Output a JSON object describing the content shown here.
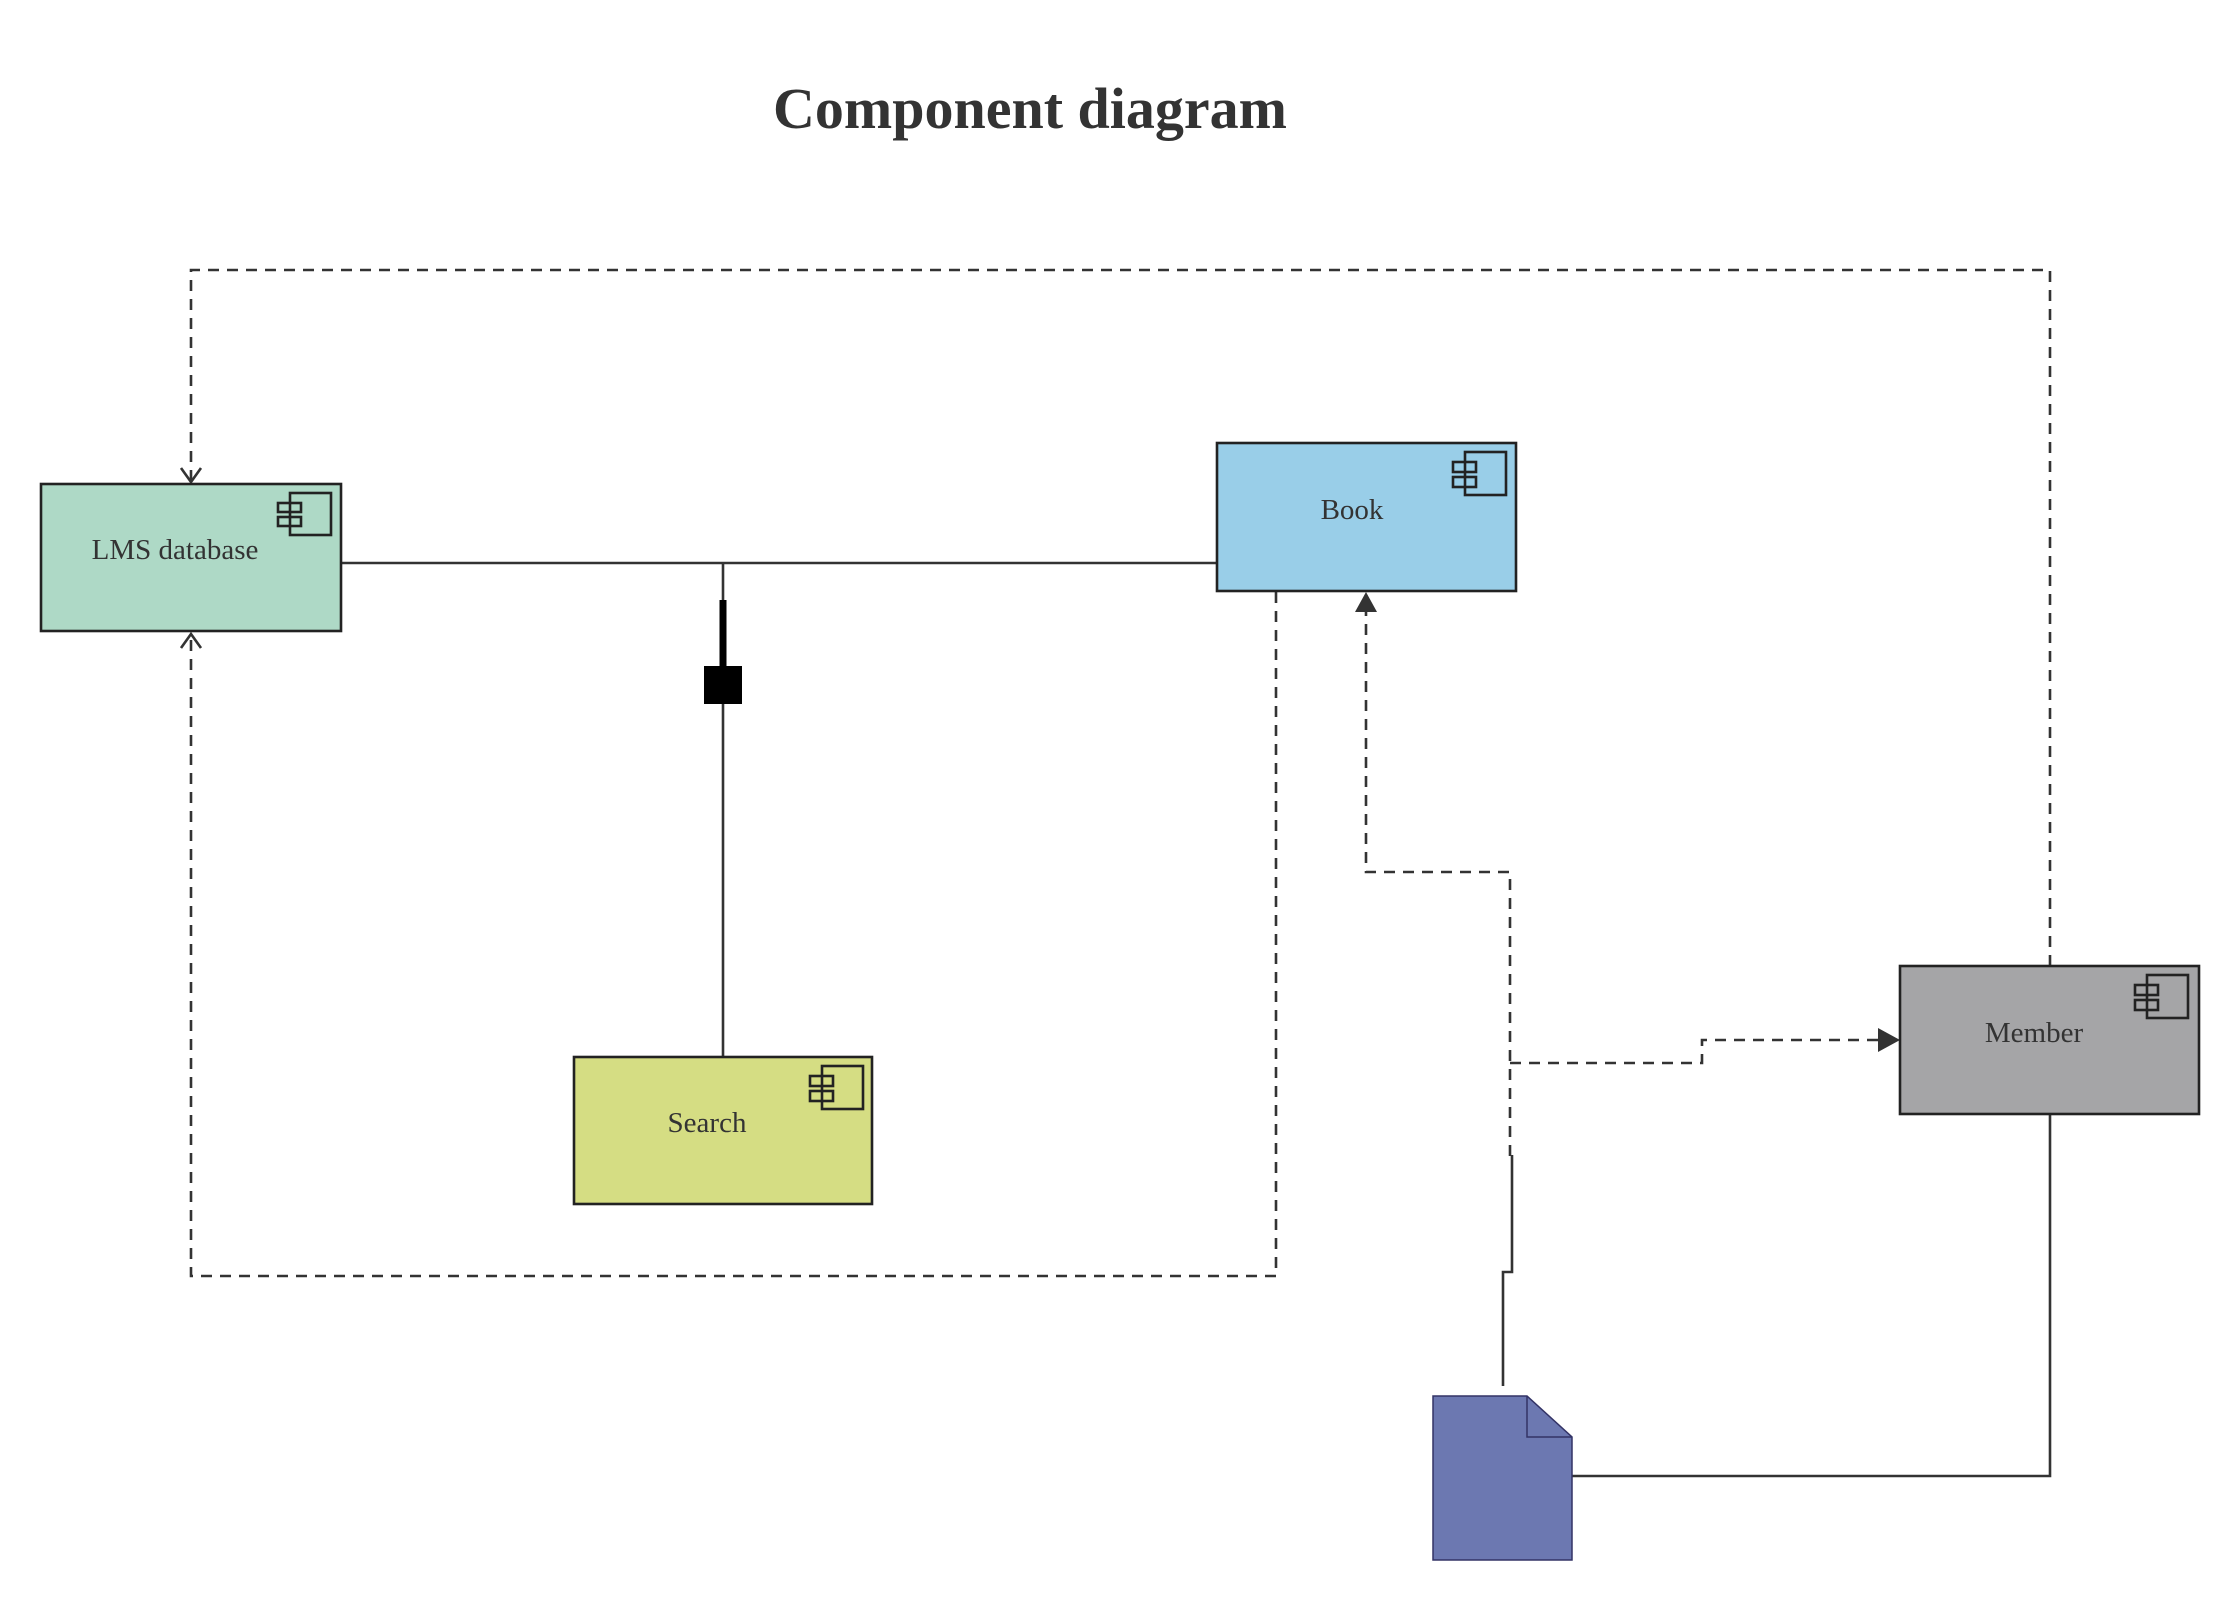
{
  "title": "Component diagram",
  "components": {
    "lms_database": {
      "label": "LMS database",
      "fill": "#aed9c6"
    },
    "book": {
      "label": "Book",
      "fill": "#99cee8"
    },
    "search": {
      "label": "Search",
      "fill": "#d5dd83"
    },
    "member": {
      "label": "Member",
      "fill": "#a5a5a7"
    }
  },
  "artifact": {
    "fill": "#6c78b1"
  },
  "icons": {
    "component": "component-icon",
    "artifact": "document-icon",
    "connector_end": "filled-square"
  },
  "colors": {
    "line": "#333333",
    "border": "#222222",
    "connector_block": "#000000"
  }
}
